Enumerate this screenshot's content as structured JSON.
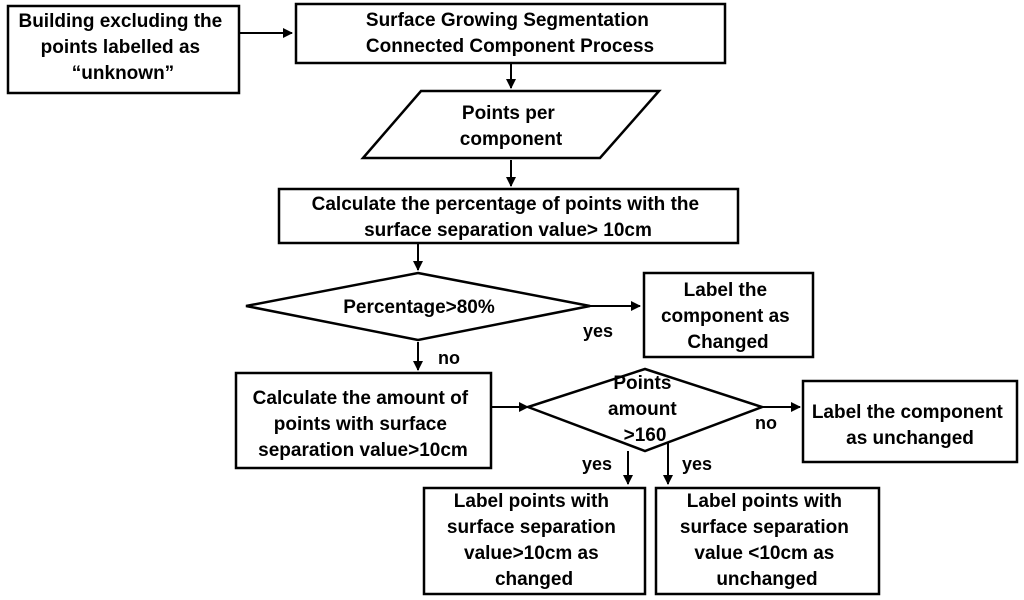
{
  "nodes": {
    "building": [
      "Building excluding the",
      "points labelled as",
      "“unknown”"
    ],
    "segmentation": [
      "Surface Growing Segmentation",
      "Connected Component Process"
    ],
    "points_per_component": [
      "Points per",
      "component"
    ],
    "calc_percentage": [
      "Calculate the percentage of points with the",
      "surface separation value> 10cm"
    ],
    "percentage_decision": [
      "Percentage>80%"
    ],
    "label_changed": [
      "Label the",
      "component as",
      "Changed"
    ],
    "calc_amount": [
      "Calculate the amount of",
      "points with surface",
      "separation value>10cm"
    ],
    "amount_decision": [
      "Points",
      "amount",
      ">160"
    ],
    "label_unchanged": [
      "Label the component",
      "as unchanged"
    ],
    "label_points_changed": [
      "Label points with",
      "surface separation",
      "value>10cm as",
      "changed"
    ],
    "label_points_unchanged": [
      "Label points with",
      "surface separation",
      "value <10cm as",
      "unchanged"
    ]
  },
  "edge_labels": {
    "percentage_yes": "yes",
    "percentage_no": "no",
    "amount_no": "no",
    "amount_yes_left": "yes",
    "amount_yes_right": "yes"
  }
}
